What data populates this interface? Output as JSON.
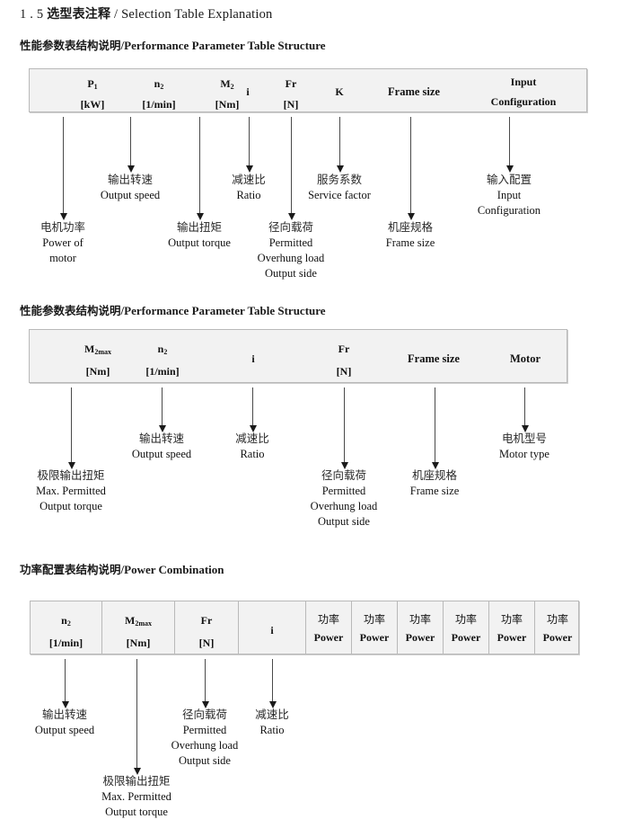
{
  "document": {
    "section_number": "1 . 5",
    "title_cn": "选型表注释",
    "title_sep": "/",
    "title_en": "Selection Table Explanation"
  },
  "sections": [
    {
      "heading_cn": "性能参数表结构说明",
      "heading_sep": "/",
      "heading_en": "Performance Parameter Table Structure",
      "columns": [
        {
          "line1": "P",
          "sub1": "1",
          "line2": "[kW]"
        },
        {
          "line1": "n",
          "sub1": "2",
          "line2": "[1/min]"
        },
        {
          "line1": "M",
          "sub1": "2",
          "line2": "[Nm]"
        },
        {
          "line1": "i",
          "sub1": "",
          "line2": ""
        },
        {
          "line1": "Fr",
          "sub1": "",
          "line2": "[N]"
        },
        {
          "line1": "K",
          "sub1": "",
          "line2": ""
        },
        {
          "line1": "Frame size",
          "sub1": "",
          "line2": ""
        },
        {
          "line1": "Input",
          "sub1": "",
          "line2": "Configuration"
        }
      ],
      "annotations": [
        {
          "cn": "电机功率",
          "en1": "Power of",
          "en2": "motor",
          "en3": ""
        },
        {
          "cn": "输出转速",
          "en1": "Output speed",
          "en2": "",
          "en3": ""
        },
        {
          "cn": "输出扭矩",
          "en1": "Output torque",
          "en2": "",
          "en3": ""
        },
        {
          "cn": "减速比",
          "en1": "Ratio",
          "en2": "",
          "en3": ""
        },
        {
          "cn": "径向载荷",
          "en1": "Permitted",
          "en2": "Overhung load",
          "en3": "Output side"
        },
        {
          "cn": "服务系数",
          "en1": "Service factor",
          "en2": "",
          "en3": ""
        },
        {
          "cn": "机座规格",
          "en1": "Frame size",
          "en2": "",
          "en3": ""
        },
        {
          "cn": "输入配置",
          "en1": "Input",
          "en2": "Configuration",
          "en3": ""
        }
      ]
    },
    {
      "heading_cn": "性能参数表结构说明",
      "heading_sep": "/",
      "heading_en": "Performance Parameter Table Structure",
      "columns": [
        {
          "line1": "M",
          "sub1": "2max",
          "line2": "[Nm]"
        },
        {
          "line1": "n",
          "sub1": "2",
          "line2": "[1/min]"
        },
        {
          "line1": "i",
          "sub1": "",
          "line2": ""
        },
        {
          "line1": "Fr",
          "sub1": "",
          "line2": "[N]"
        },
        {
          "line1": "Frame size",
          "sub1": "",
          "line2": ""
        },
        {
          "line1": "Motor",
          "sub1": "",
          "line2": ""
        }
      ],
      "annotations": [
        {
          "cn": "极限输出扭矩",
          "en1": "Max. Permitted",
          "en2": "Output  torque",
          "en3": ""
        },
        {
          "cn": "输出转速",
          "en1": "Output speed",
          "en2": "",
          "en3": ""
        },
        {
          "cn": "减速比",
          "en1": "Ratio",
          "en2": "",
          "en3": ""
        },
        {
          "cn": "径向载荷",
          "en1": "Permitted",
          "en2": "Overhung load",
          "en3": "Output side"
        },
        {
          "cn": "机座规格",
          "en1": "Frame size",
          "en2": "",
          "en3": ""
        },
        {
          "cn": "电机型号",
          "en1": "Motor type",
          "en2": "",
          "en3": ""
        }
      ]
    },
    {
      "heading_cn": "功率配置表结构说明",
      "heading_sep": "/",
      "heading_en": "Power Combination",
      "columns": [
        {
          "line1": "n",
          "sub1": "2",
          "line2": "[1/min]"
        },
        {
          "line1": "M",
          "sub1": "2max",
          "line2": "[Nm]"
        },
        {
          "line1": "Fr",
          "sub1": "",
          "line2": "[N]"
        },
        {
          "line1": "i",
          "sub1": "",
          "line2": ""
        }
      ],
      "power_columns": [
        {
          "cn": "功率",
          "en": "Power"
        },
        {
          "cn": "功率",
          "en": "Power"
        },
        {
          "cn": "功率",
          "en": "Power"
        },
        {
          "cn": "功率",
          "en": "Power"
        },
        {
          "cn": "功率",
          "en": "Power"
        },
        {
          "cn": "功率",
          "en": "Power"
        }
      ],
      "annotations": [
        {
          "cn": "输出转速",
          "en1": "Output speed",
          "en2": "",
          "en3": ""
        },
        {
          "cn": "极限输出扭矩",
          "en1": "Max. Permitted",
          "en2": "Output  torque",
          "en3": ""
        },
        {
          "cn": "径向载荷",
          "en1": "Permitted",
          "en2": "Overhung load",
          "en3": "Output side"
        },
        {
          "cn": "减速比",
          "en1": "Ratio",
          "en2": "",
          "en3": ""
        }
      ]
    }
  ],
  "colors": {
    "table_fill": "#f2f2f2",
    "table_border": "#b9b9b9",
    "text": "#1a1a1a",
    "arrow": "#1a1a1a"
  }
}
